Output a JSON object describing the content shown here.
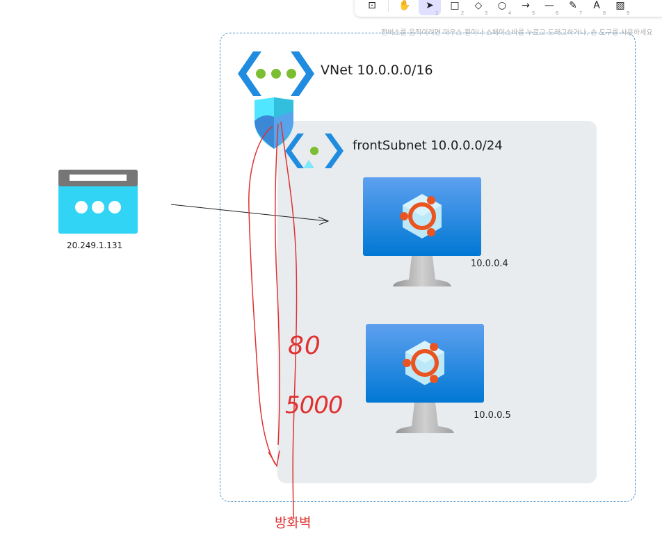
{
  "toolbar": {
    "tools": [
      {
        "name": "lock-icon",
        "glyph": "⊡",
        "num": ""
      },
      {
        "name": "hand-tool-icon",
        "glyph": "✋",
        "num": ""
      },
      {
        "name": "selection-tool-icon",
        "glyph": "➤",
        "num": "1"
      },
      {
        "name": "rectangle-tool-icon",
        "glyph": "□",
        "num": "2"
      },
      {
        "name": "diamond-tool-icon",
        "glyph": "◇",
        "num": "3"
      },
      {
        "name": "ellipse-tool-icon",
        "glyph": "○",
        "num": "4"
      },
      {
        "name": "arrow-tool-icon",
        "glyph": "→",
        "num": "5"
      },
      {
        "name": "line-tool-icon",
        "glyph": "—",
        "num": "6"
      },
      {
        "name": "draw-tool-icon",
        "glyph": "✎",
        "num": "7"
      },
      {
        "name": "text-tool-icon",
        "glyph": "A",
        "num": "8"
      },
      {
        "name": "image-tool-icon",
        "glyph": "▨",
        "num": "9"
      }
    ],
    "active_tool": "selection-tool-icon"
  },
  "hint": "캔버스를 움직이려면 마우스 휠이나 스페이스바를 누르고 드래그하거나, 손 도구를 사용하세요",
  "diagram": {
    "vnet_label": "VNet 10.0.0.0/16",
    "subnet_label": "frontSubnet 10.0.0.0/24",
    "public_ip": "20.249.1.131",
    "vm1_ip": "10.0.0.4",
    "vm2_ip": "10.0.0.5",
    "annotation_port_1": "80",
    "annotation_port_2": "5000",
    "firewall_label": "방화벽"
  },
  "colors": {
    "annotation_red": "#e03131",
    "vnet_border": "#4a90c8",
    "subnet_bg": "#e9ecef",
    "azure_blue": "#0078d4",
    "ubuntu_orange": "#e95420",
    "vnet_dots_green": "#7cbe31"
  }
}
